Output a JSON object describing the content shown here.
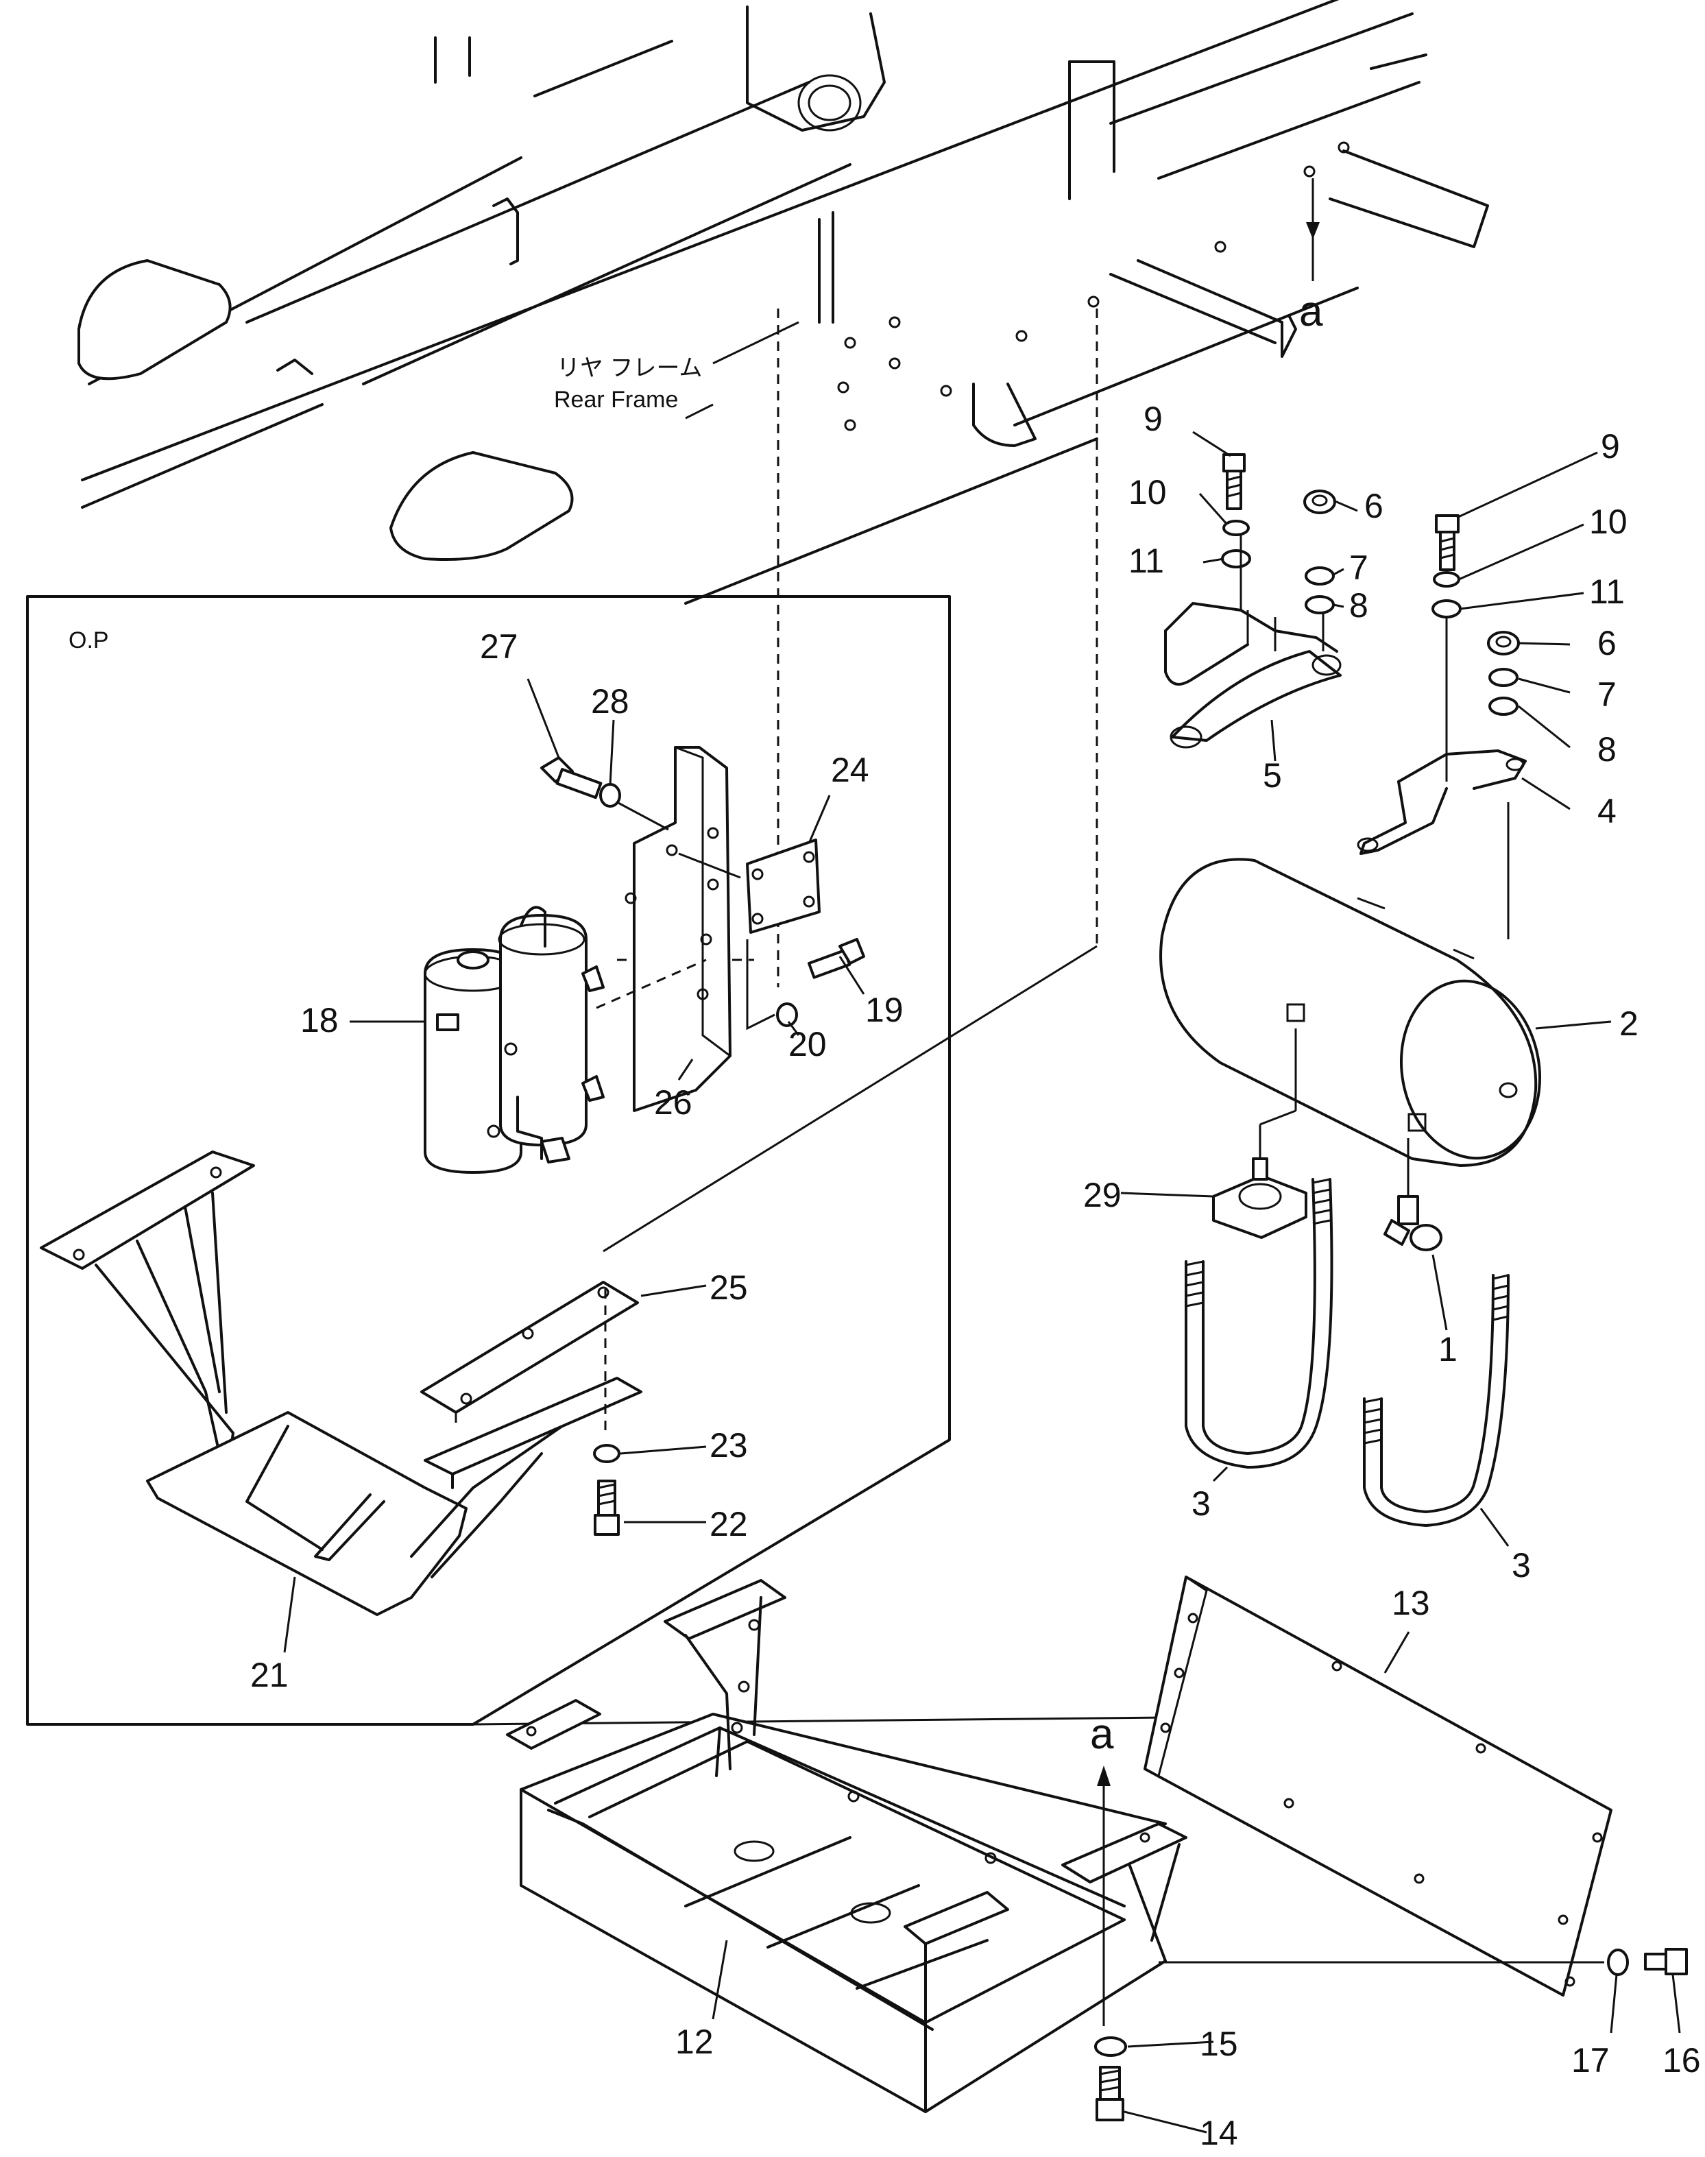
{
  "frame_label": {
    "jp": "リヤ フレーム",
    "en": "Rear Frame"
  },
  "option_label": "O.P",
  "arrow_label": "a",
  "callouts": {
    "p1": "1",
    "p2": "2",
    "p3a": "3",
    "p3b": "3",
    "p4": "4",
    "p5": "5",
    "p6a": "6",
    "p6b": "6",
    "p7a": "7",
    "p7b": "7",
    "p8a": "8",
    "p8b": "8",
    "p9a": "9",
    "p9b": "9",
    "p10a": "10",
    "p10b": "10",
    "p11a": "11",
    "p11b": "11",
    "p12": "12",
    "p13": "13",
    "p14": "14",
    "p15": "15",
    "p16": "16",
    "p17": "17",
    "p18": "18",
    "p19": "19",
    "p20": "20",
    "p21": "21",
    "p22": "22",
    "p23": "23",
    "p24": "24",
    "p25": "25",
    "p26": "26",
    "p27": "27",
    "p28": "28",
    "p29": "29"
  }
}
